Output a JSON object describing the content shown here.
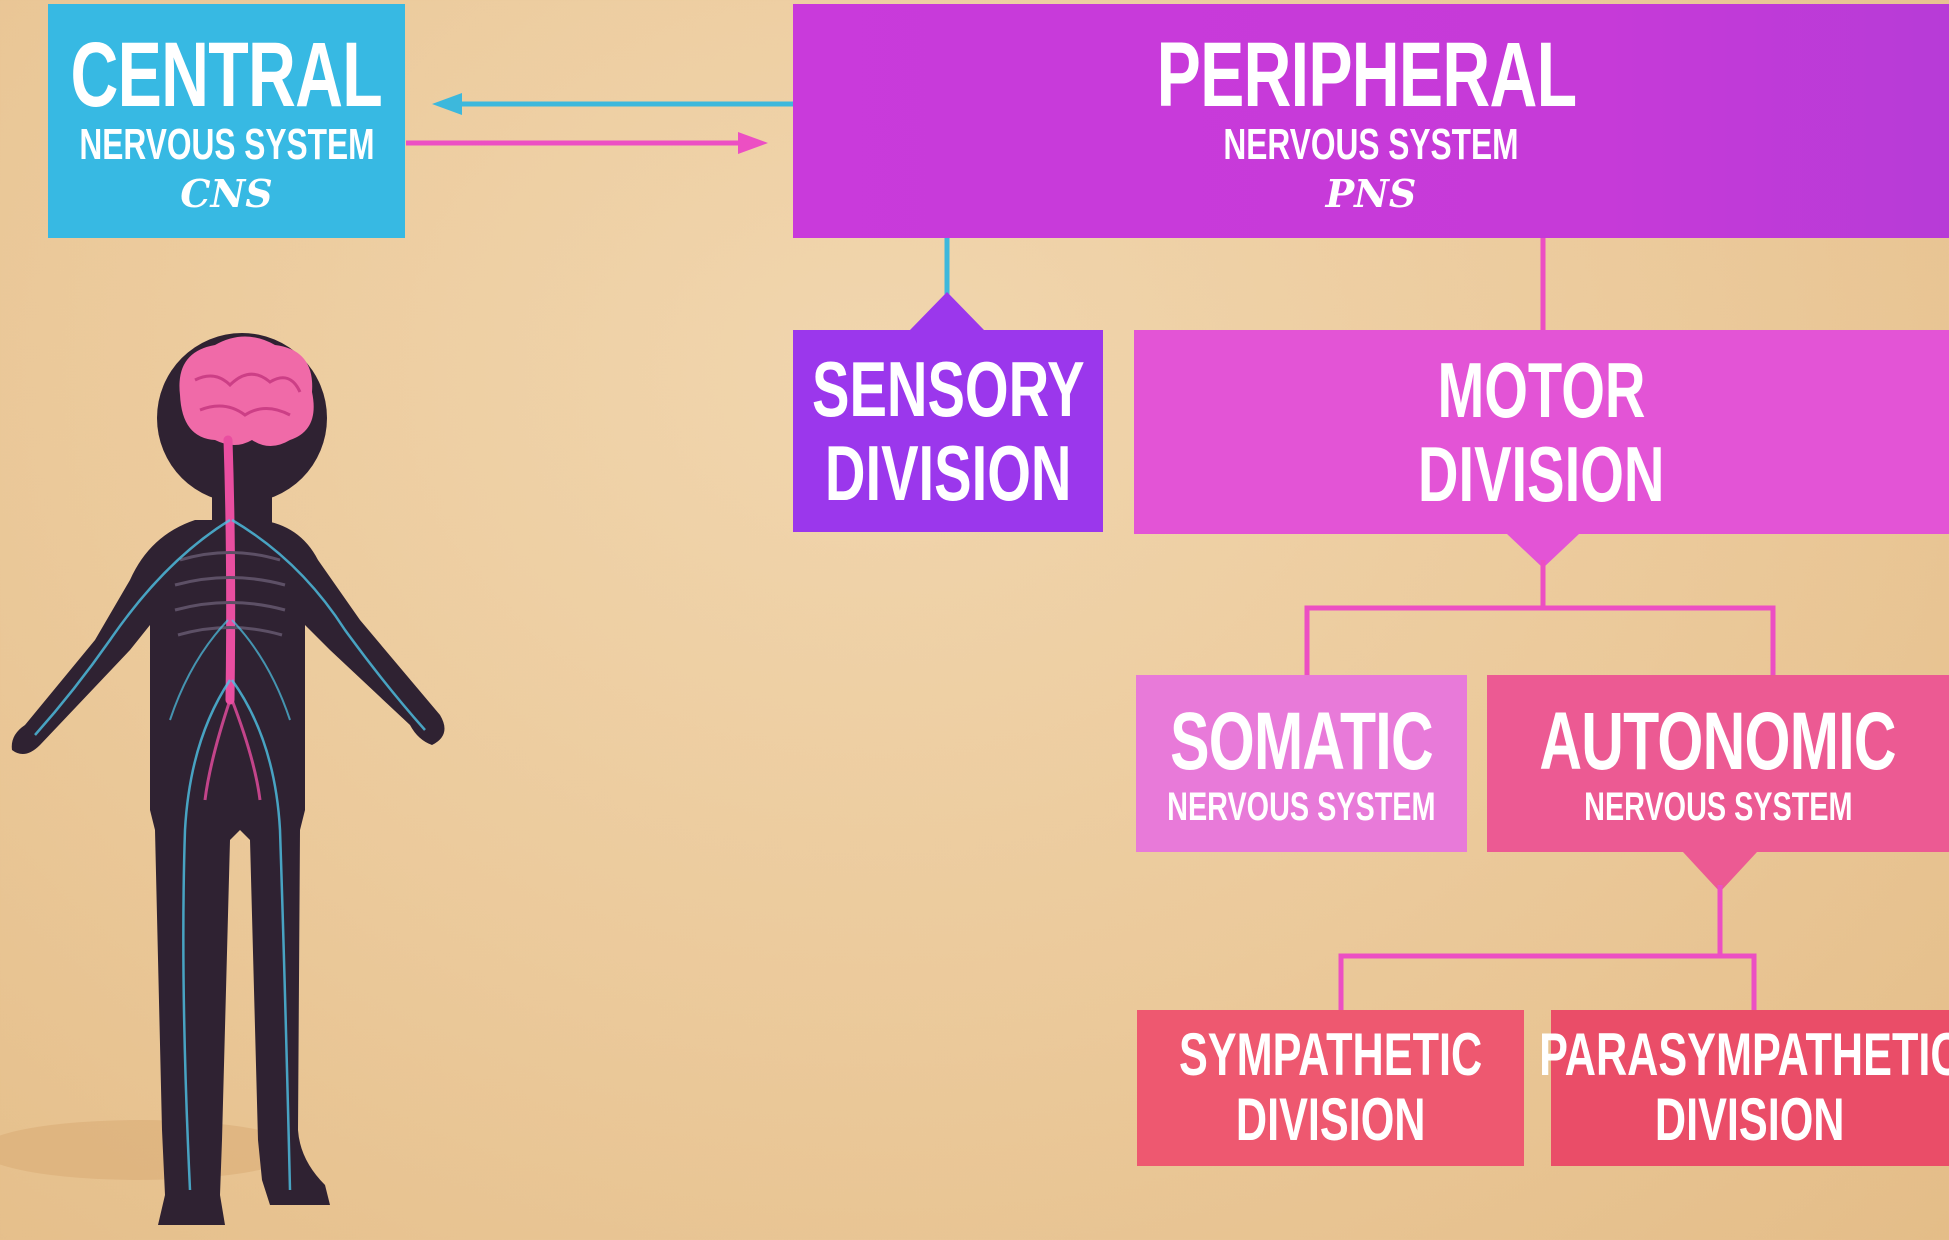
{
  "diagram": {
    "cns": {
      "title": "CENTRAL",
      "subtitle": "NERVOUS SYSTEM",
      "abbr": "CNS",
      "color": "#37b9e3"
    },
    "pns": {
      "title": "PERIPHERAL",
      "subtitle": "NERVOUS SYSTEM",
      "abbr": "PNS",
      "color": "#c93adb"
    },
    "sensory": {
      "line1": "SENSORY",
      "line2": "DIVISION",
      "color": "#9b37ec"
    },
    "motor": {
      "line1": "MOTOR",
      "line2": "DIVISION",
      "color": "#e354d6"
    },
    "somatic": {
      "title": "SOMATIC",
      "subtitle": "NERVOUS SYSTEM",
      "color": "#e87ad9"
    },
    "autonomic": {
      "title": "AUTONOMIC",
      "subtitle": "NERVOUS SYSTEM",
      "color": "#ec5a93"
    },
    "sympathetic": {
      "line1": "SYMPATHETIC",
      "line2": "DIVISION",
      "color": "#ee5870"
    },
    "parasympathetic": {
      "line1": "PARASYMPATHETIC",
      "line2": "DIVISION",
      "color": "#ea4d68"
    },
    "connector_colors": {
      "cyan": "#3db8dc",
      "pink": "#ec4fc3"
    }
  }
}
